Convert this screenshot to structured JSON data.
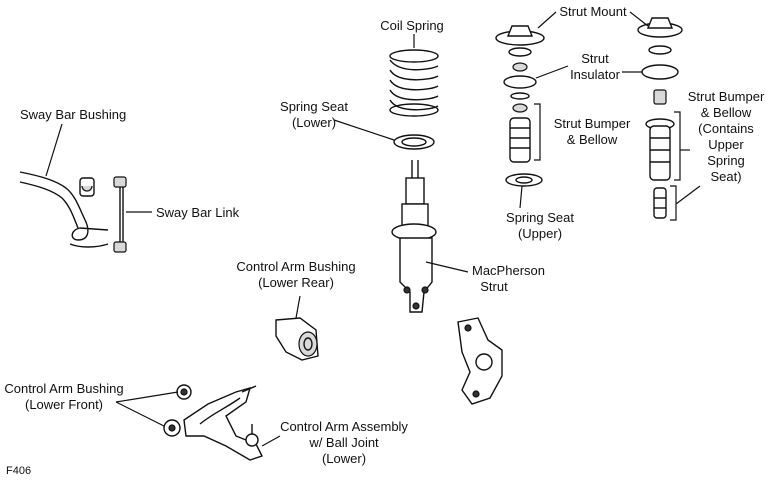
{
  "labels": {
    "sway_bar_bushing": "Sway Bar Bushing",
    "sway_bar_link": "Sway Bar Link",
    "coil_spring": "Coil Spring",
    "spring_seat_lower": [
      "Spring Seat",
      "(Lower)"
    ],
    "strut_mount": "Strut Mount",
    "strut_insulator": [
      "Strut",
      "Insulator"
    ],
    "strut_bumper_bellow": [
      "Strut Bumper",
      "& Bellow"
    ],
    "strut_bumper_bellow_upper": [
      "Strut Bumper",
      "& Bellow",
      "(Contains",
      "Upper",
      "Spring",
      "Seat)"
    ],
    "spring_seat_upper": [
      "Spring Seat",
      "(Upper)"
    ],
    "macpherson_strut": [
      "MacPherson",
      "Strut"
    ],
    "control_arm_bushing_rear": [
      "Control Arm Bushing",
      "(Lower Rear)"
    ],
    "control_arm_bushing_front": [
      "Control Arm Bushing",
      "(Lower Front)"
    ],
    "control_arm_assembly": [
      "Control Arm Assembly",
      "w/ Ball Joint",
      "(Lower)"
    ]
  },
  "figure_code": "F406",
  "colors": {
    "ink": "#111111",
    "paper": "#ffffff",
    "shade": "#d9d9d9"
  }
}
